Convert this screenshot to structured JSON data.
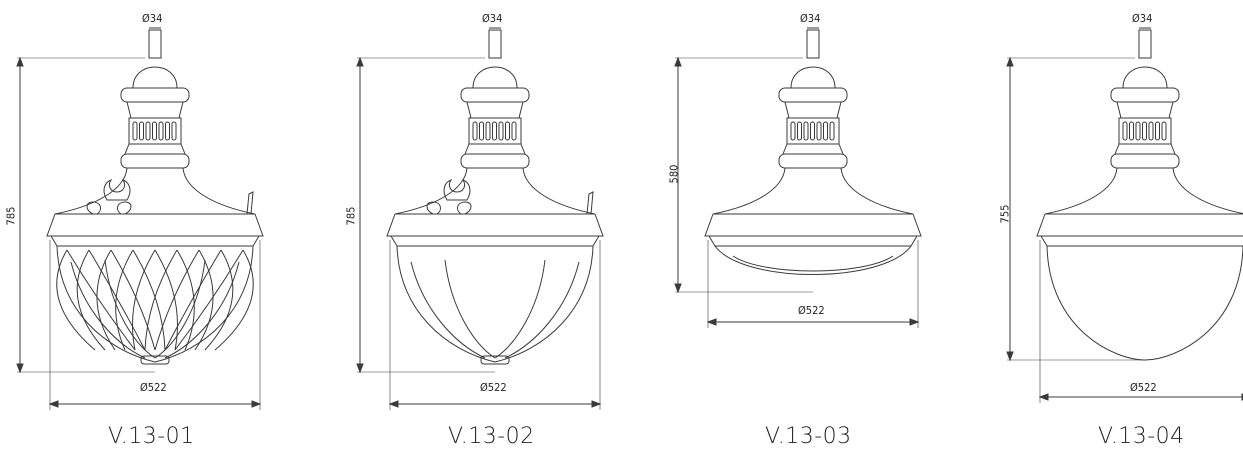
{
  "lamps": [
    {
      "model": "V.13-01",
      "stem_dia": "Ø34",
      "height": "785",
      "diameter": "Ø522",
      "variant": "lattice"
    },
    {
      "model": "V.13-02",
      "stem_dia": "Ø34",
      "height": "785",
      "diameter": "Ø522",
      "variant": "clear"
    },
    {
      "model": "V.13-03",
      "stem_dia": "Ø34",
      "height": "580",
      "diameter": "Ø522",
      "variant": "flat"
    },
    {
      "model": "V.13-04",
      "stem_dia": "Ø34",
      "height": "755",
      "diameter": "Ø522",
      "variant": "dome"
    }
  ],
  "colors": {
    "line": "#3a3a3a",
    "text": "#222222",
    "background": "#ffffff"
  }
}
